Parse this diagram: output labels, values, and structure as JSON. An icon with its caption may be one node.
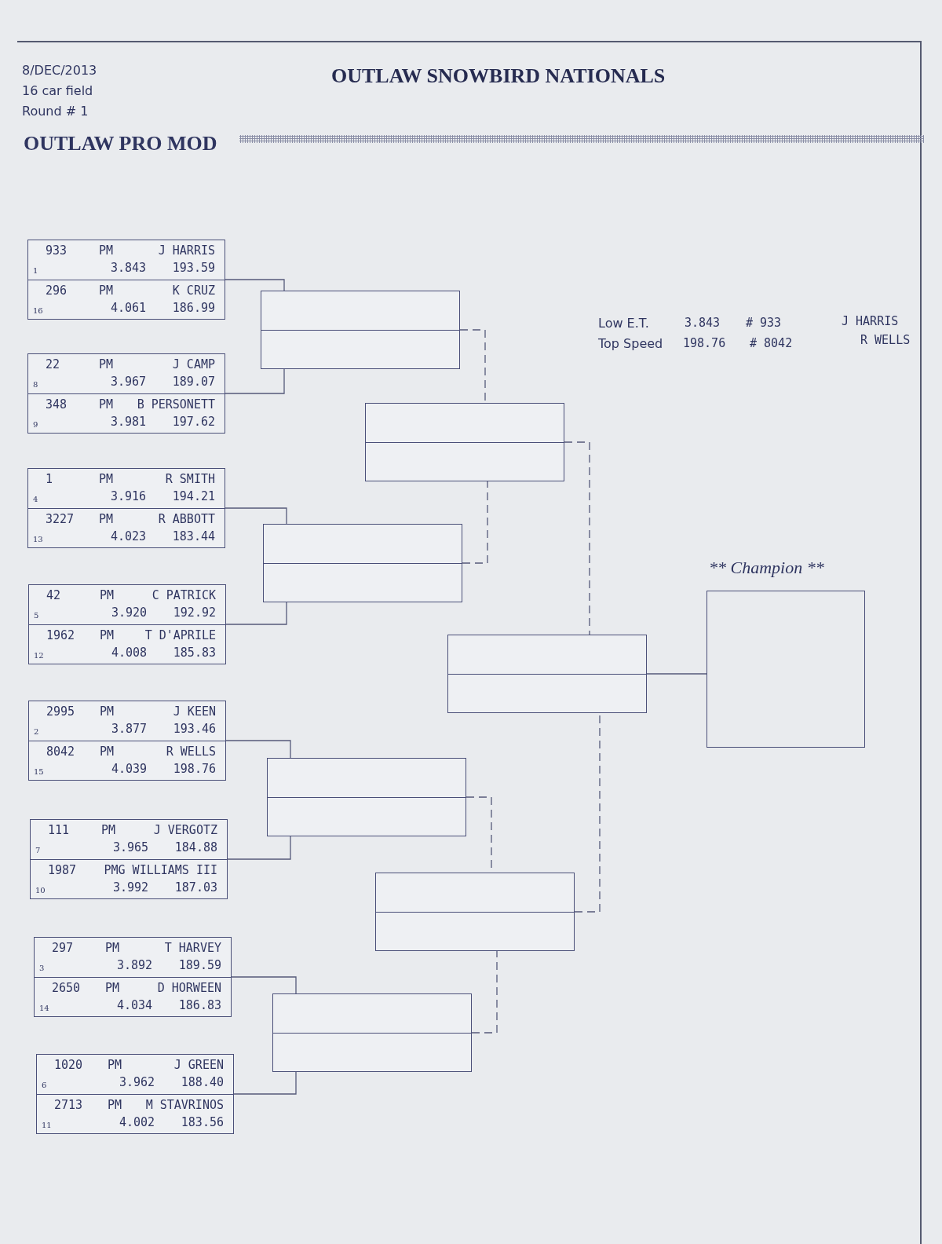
{
  "diagram": {
    "title": "OUTLAW SNOWBIRD NATIONALS",
    "nodes": [
      {
        "text": [],
        "shape": "box"
      },
      {
        "text": [
          "933",
          "PM",
          "J HARRIS",
          "1",
          "3.843",
          "193.59"
        ],
        "in": 0
      },
      {
        "text": [
          "296",
          "PM",
          "K CRUZ",
          "16",
          "4.061",
          "186.99"
        ],
        "in": 0
      },
      {
        "text": [],
        "shape": "box"
      },
      {
        "text": [
          "22",
          "PM",
          "J CAMP",
          "8",
          "3.967",
          "189.07"
        ],
        "in": 3
      },
      {
        "text": [
          "348",
          "PM",
          "B PERSONETT",
          "9",
          "3.981",
          "197.62"
        ],
        "in": 3
      },
      {
        "text": [],
        "shape": "box"
      },
      {
        "text": [
          "1",
          "PM",
          "R SMITH",
          "4",
          "3.916",
          "194.21"
        ],
        "in": 6
      },
      {
        "text": [
          "3227",
          "PM",
          "R ABBOTT",
          "13",
          "4.023",
          "183.44"
        ],
        "in": 6
      },
      {
        "text": [],
        "shape": "box"
      },
      {
        "text": [
          "42",
          "PM",
          "C PATRICK",
          "5",
          "3.920",
          "192.92"
        ],
        "in": 9
      },
      {
        "text": [
          "1962",
          "PM",
          "T D'APRILE",
          "12",
          "4.008",
          "185.83"
        ],
        "in": 9
      },
      {
        "text": [],
        "shape": "box"
      },
      {
        "text": [
          "2995",
          "PM",
          "J KEEN",
          "2",
          "3.877",
          "193.46"
        ],
        "in": 12
      },
      {
        "text": [
          "8042",
          "PM",
          "R WELLS",
          "15",
          "4.039",
          "198.76"
        ],
        "in": 12
      },
      {
        "text": [],
        "shape": "box"
      },
      {
        "text": [
          "111",
          "PM",
          "J VERGOTZ",
          "7",
          "3.965",
          "184.88"
        ],
        "in": 15
      },
      {
        "text": [
          "1987",
          "PMG WILLIAMS III",
          "10",
          "3.992",
          "187.03"
        ],
        "in": 15
      },
      {
        "text": [],
        "shape": "box"
      },
      {
        "text": [
          "297",
          "PM",
          "T HARVEY",
          "3",
          "3.892",
          "189.59"
        ],
        "in": 18
      },
      {
        "text": [
          "2650",
          "PM",
          "D HORWEEN",
          "14",
          "4.034",
          "186.83"
        ],
        "in": 18
      },
      {
        "text": [],
        "shape": "box"
      },
      {
        "text": [
          "1020",
          "PM",
          "J GREEN",
          "6",
          "3.962",
          "188.40"
        ],
        "in": 21
      },
      {
        "text": [
          "2713",
          "PM",
          "M STAVRINOS",
          "11",
          "4.002",
          "183.56"
        ],
        "in": 21
      },
      {
        "text": [],
        "shape": "box"
      },
      {
        "text": [],
        "shape": "box"
      },
      {
        "text": [],
        "shape": "box"
      },
      {
        "text": [],
        "shape": "box"
      },
      {
        "text": [],
        "shape": "box"
      },
      {
        "text": [],
        "shape": "box"
      },
      {
        "text": [],
        "shape": "box"
      },
      {
        "text": [
          "** Champion **"
        ]
      }
    ],
    "edges": [
      {
        "from": 0,
        "to": 24,
        "arrow": "none"
      },
      {
        "from": 3,
        "to": 24,
        "arrow": "none"
      },
      {
        "from": 6,
        "to": 25,
        "arrow": "none"
      },
      {
        "from": 9,
        "to": 25,
        "arrow": "none"
      },
      {
        "from": 12,
        "to": 26,
        "arrow": "none"
      },
      {
        "from": 15,
        "to": 26,
        "arrow": "none"
      },
      {
        "from": 18,
        "to": 27,
        "arrow": "none"
      },
      {
        "from": 21,
        "to": 27,
        "arrow": "none"
      },
      {
        "from": 24,
        "to": 28,
        "arrow": "none",
        "style": "dashed"
      },
      {
        "from": 25,
        "to": 28,
        "arrow": "none",
        "style": "dashed"
      },
      {
        "from": 26,
        "to": 29,
        "arrow": "none",
        "style": "dashed"
      },
      {
        "from": 27,
        "to": 29,
        "arrow": "none",
        "style": "dashed"
      },
      {
        "from": 28,
        "to": 30,
        "arrow": "none",
        "style": "dashed"
      },
      {
        "from": 29,
        "to": 30,
        "arrow": "none",
        "style": "dashed"
      },
      {
        "from": 30,
        "to": 31,
        "arrow": "none"
      }
    ],
    "labels": [
      "8/DEC/2013",
      "16 car field",
      "Round # 1",
      "OUTLAW PRO MOD",
      "Low E.T.",
      "3.843",
      "# 933",
      "J HARRIS",
      "Top Speed",
      "198.76",
      "# 8042",
      "R WELLS"
    ]
  }
}
